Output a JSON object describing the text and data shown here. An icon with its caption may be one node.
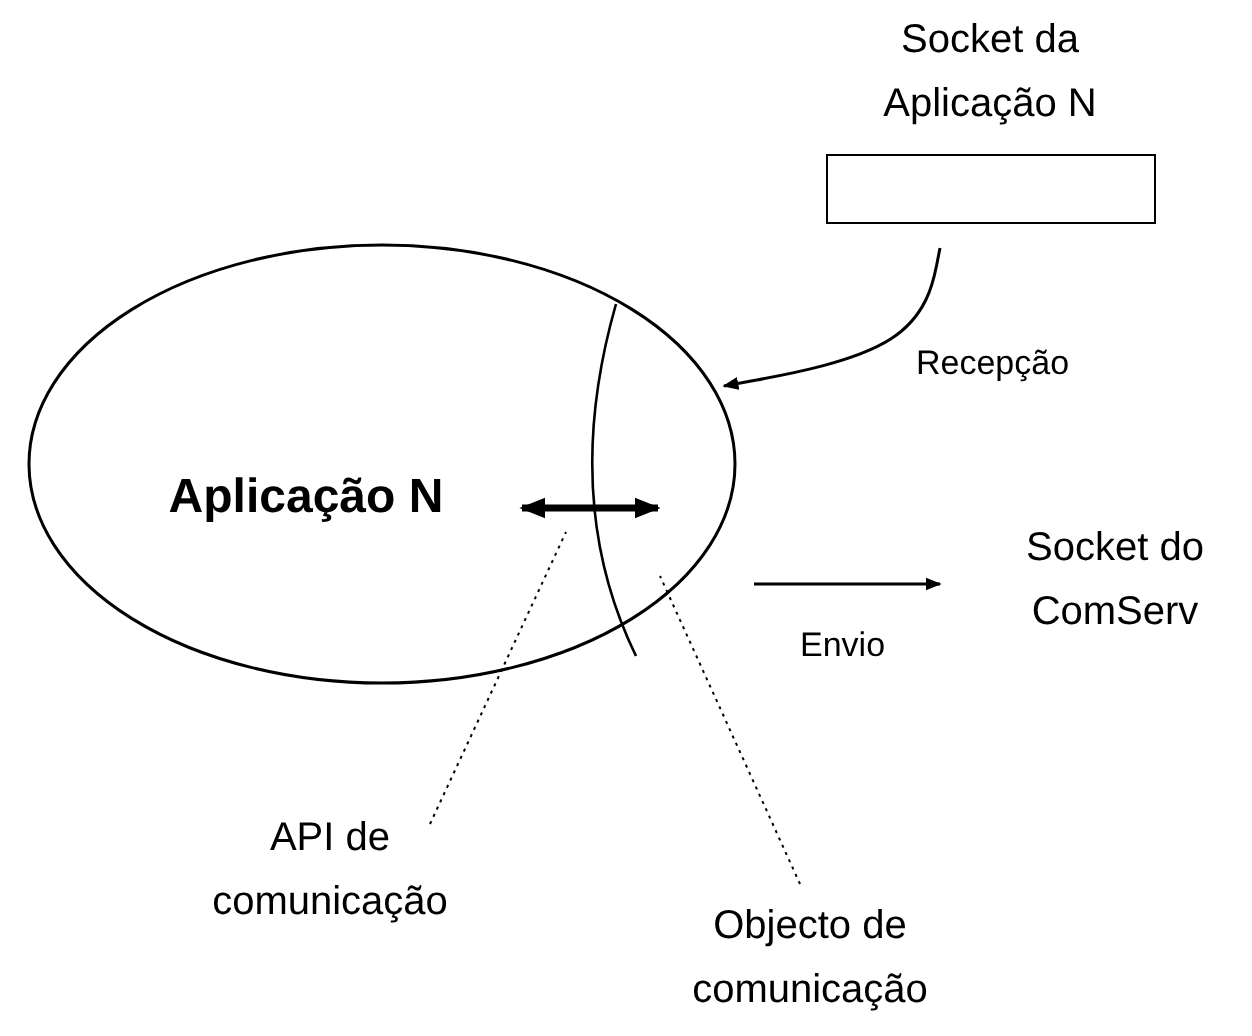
{
  "diagram": {
    "nodes": [
      {
        "text": [
          "Aplicação N"
        ]
      },
      {
        "text": [
          "Socket da Aplicação N"
        ]
      },
      {
        "text": [
          "Socket do ComServ"
        ]
      },
      {
        "text": [
          "API de comunicação"
        ]
      },
      {
        "text": [
          "Objecto de comunicação"
        ]
      }
    ],
    "edges": [
      {
        "from": 1,
        "to": 0,
        "arrow": "to",
        "label": "Recepção"
      },
      {
        "from": 0,
        "to": 2,
        "arrow": "to",
        "label": "Envio"
      },
      {
        "from": 3,
        "to": 0,
        "arrow": "none",
        "style": "dashed"
      },
      {
        "from": 4,
        "to": 0,
        "arrow": "none",
        "style": "dashed"
      }
    ]
  }
}
